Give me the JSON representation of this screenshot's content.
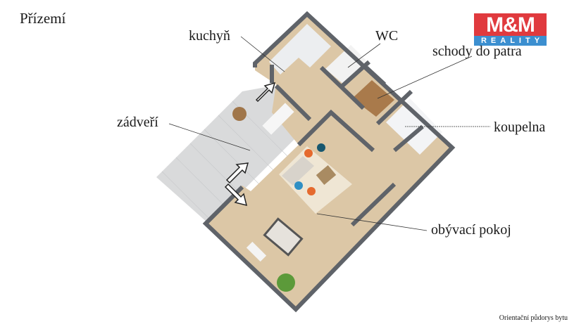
{
  "floor_title": "Přízemí",
  "logo": {
    "top": "M&M",
    "bottom": "REALITY",
    "colors": {
      "red": "#e03a3e",
      "blue": "#3c8fd0"
    }
  },
  "rooms": [
    {
      "id": "kitchen",
      "label": "kuchyň"
    },
    {
      "id": "wc",
      "label": "WC"
    },
    {
      "id": "stairs",
      "label": "schody do patra"
    },
    {
      "id": "vestibule",
      "label": "zádveří"
    },
    {
      "id": "bathroom",
      "label": "koupelna"
    },
    {
      "id": "living",
      "label": "obývací pokoj"
    }
  ],
  "footer_note": "Orientační půdorys bytu",
  "colors": {
    "wall": "#5f6369",
    "floor": "#dcc7a6",
    "terrace": "#d9dadb",
    "rug": "#efe6d4"
  }
}
